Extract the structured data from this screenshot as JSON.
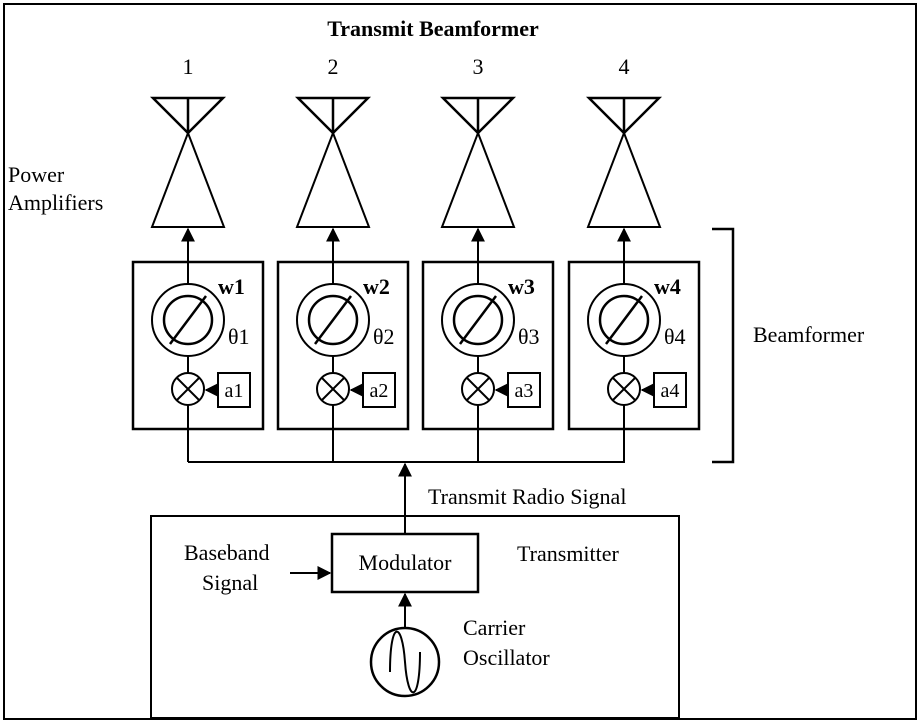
{
  "title": "Transmit Beamformer",
  "channels": [
    {
      "number": "1",
      "weight": "w1",
      "phase": "θ1",
      "gain": "a1"
    },
    {
      "number": "2",
      "weight": "w2",
      "phase": "θ2",
      "gain": "a2"
    },
    {
      "number": "3",
      "weight": "w3",
      "phase": "θ3",
      "gain": "a3"
    },
    {
      "number": "4",
      "weight": "w4",
      "phase": "θ4",
      "gain": "a4"
    }
  ],
  "labels": {
    "power_amplifiers_line1": "Power",
    "power_amplifiers_line2": "Amplifiers",
    "beamformer": "Beamformer",
    "transmit_radio_signal": "Transmit Radio Signal",
    "transmitter": "Transmitter",
    "modulator": "Modulator",
    "baseband_line1": "Baseband",
    "baseband_line2": "Signal",
    "carrier_line1": "Carrier",
    "carrier_line2": "Oscillator"
  }
}
